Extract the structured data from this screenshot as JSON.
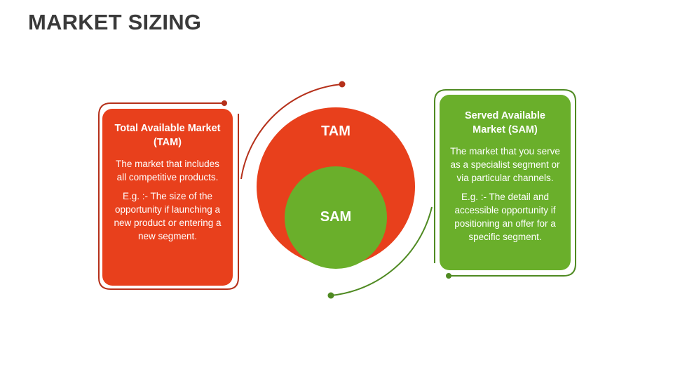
{
  "title": "MARKET SIZING",
  "colors": {
    "tam": "#e8401c",
    "sam": "#6aaf2b",
    "title": "#3a3a3a",
    "tam_line": "#b5301a",
    "sam_line": "#4f8a22"
  },
  "circles": {
    "outer_label": "TAM",
    "inner_label": "SAM"
  },
  "tam_card": {
    "title": "Total Available Market (TAM)",
    "description": "The market that includes all competitive products.",
    "example": "E.g. :- The size of the opportunity if launching a new product or entering a new segment."
  },
  "sam_card": {
    "title": "Served Available Market (SAM)",
    "description": "The market that you serve as a specialist segment or via particular channels.",
    "example": "E.g. :- The detail and accessible opportunity if positioning an offer for a specific segment."
  }
}
